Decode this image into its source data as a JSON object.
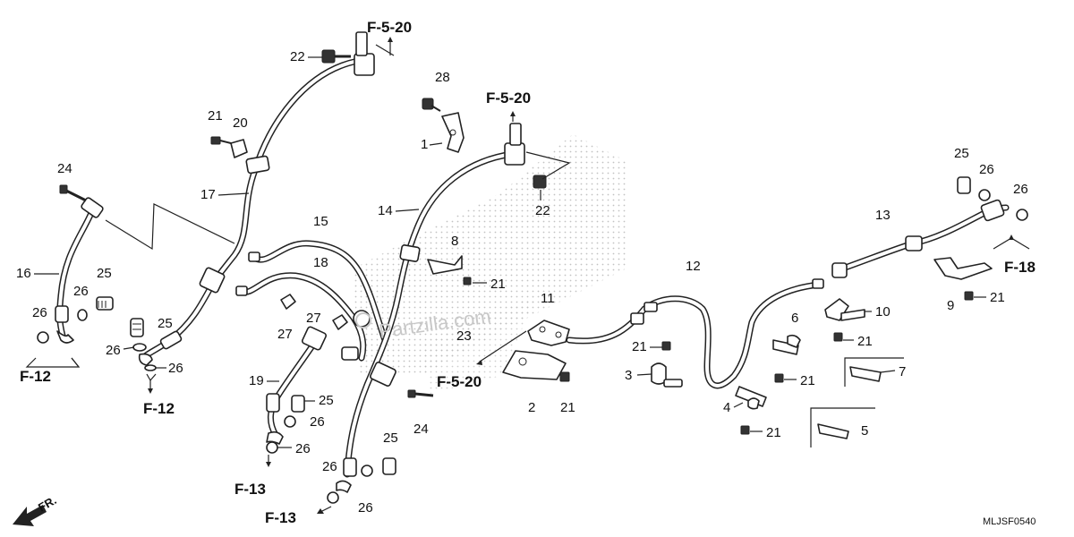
{
  "watermark": "Partzilla.com",
  "diagram_code": "MLJSF0540",
  "front_label": "FR.",
  "refs": {
    "top_left": "F-5-20",
    "mid": "F-5-20",
    "lower": "F-5-20",
    "left": "F-12",
    "left_low": "F-12",
    "bottom_a": "F-13",
    "bottom_b": "F-13",
    "right": "F-18"
  },
  "callouts": {
    "c1": "1",
    "c2": "2",
    "c3": "3",
    "c4": "4",
    "c5": "5",
    "c6": "6",
    "c7": "7",
    "c8": "8",
    "c9": "9",
    "c10": "10",
    "c11": "11",
    "c12": "12",
    "c13": "13",
    "c14": "14",
    "c15": "15",
    "c16": "16",
    "c17": "17",
    "c18": "18",
    "c19": "19",
    "c20": "20",
    "c21a": "21",
    "c21b": "21",
    "c21c": "21",
    "c21d": "21",
    "c21e": "21",
    "c21f": "21",
    "c21g": "21",
    "c21h": "21",
    "c22a": "22",
    "c22b": "22",
    "c23": "23",
    "c24a": "24",
    "c24b": "24",
    "c25a": "25",
    "c25b": "25",
    "c25c": "25",
    "c25d": "25",
    "c25e": "25",
    "c26a": "26",
    "c26b": "26",
    "c26c": "26",
    "c26d": "26",
    "c26e": "26",
    "c26f": "26",
    "c26g": "26",
    "c26h": "26",
    "c26i": "26",
    "c26j": "26",
    "c27a": "27",
    "c27b": "27",
    "c28": "28"
  }
}
